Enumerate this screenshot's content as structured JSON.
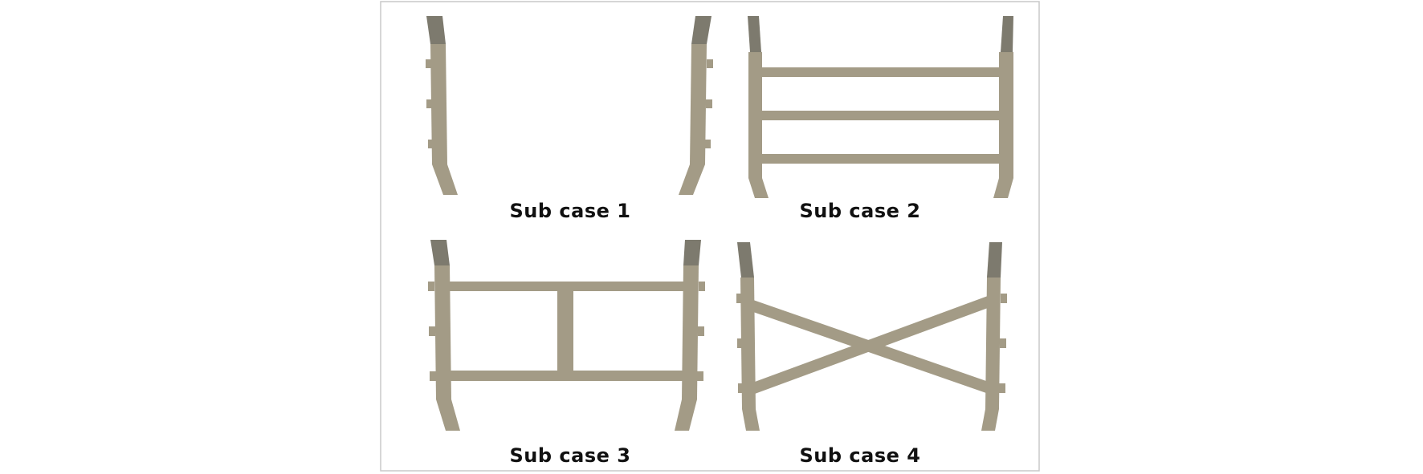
{
  "panels": [
    {
      "id": "sub-case-1",
      "label": "Sub case 1",
      "bracing": "none"
    },
    {
      "id": "sub-case-2",
      "label": "Sub case 2",
      "bracing": "three-horizontal"
    },
    {
      "id": "sub-case-3",
      "label": "Sub case 3",
      "bracing": "two-horizontal-one-vertical"
    },
    {
      "id": "sub-case-4",
      "label": "Sub case 4",
      "bracing": "x-brace"
    }
  ],
  "colors": {
    "member": "#a39b86",
    "cap": "#7d7a6e",
    "frame_border": "#c8c8c8",
    "label": "#111111"
  }
}
